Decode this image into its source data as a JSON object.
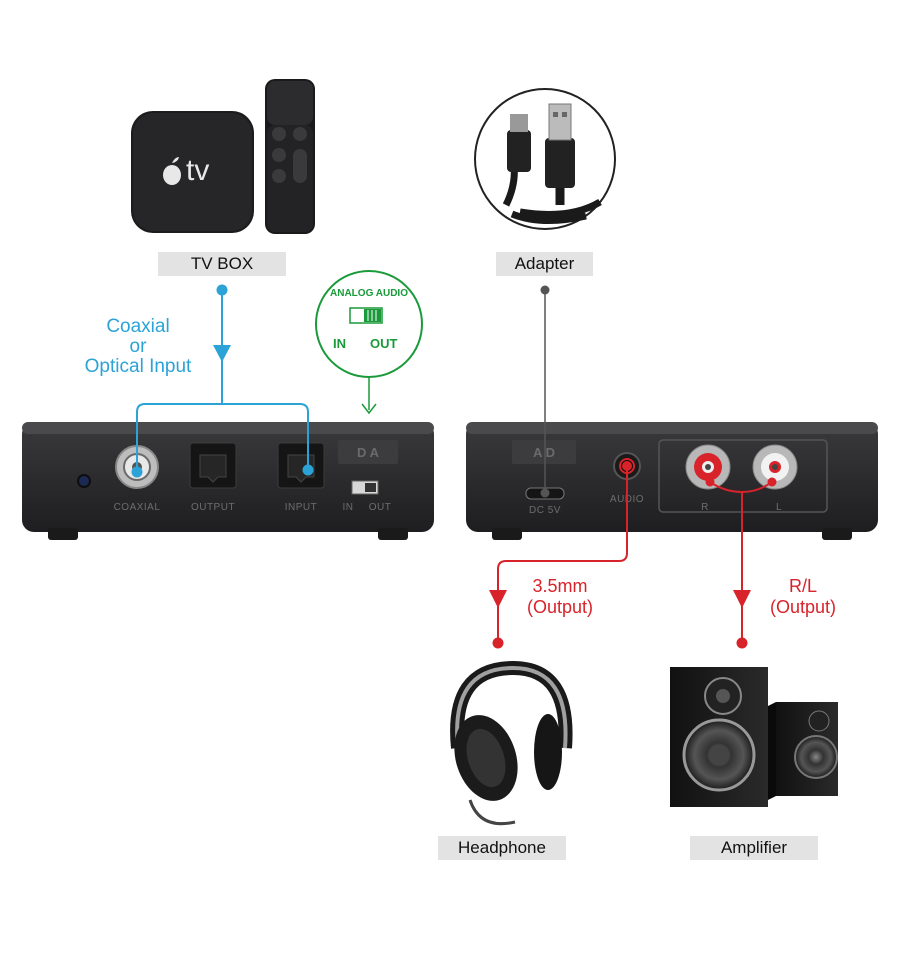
{
  "labels": {
    "tv_box": "TV BOX",
    "adapter": "Adapter",
    "headphone": "Headphone",
    "amplifier": "Amplifier"
  },
  "input_label": {
    "line1": "Coaxial",
    "line2": "or",
    "line3": "Optical Input"
  },
  "switch": {
    "title": "ANALOG AUDIO",
    "in": "IN",
    "out": "OUT"
  },
  "left_device": {
    "ports": {
      "coaxial": "COAXIAL",
      "output": "OUTPUT",
      "input": "INPUT",
      "in": "IN",
      "out": "OUT"
    },
    "logo": "D A"
  },
  "right_device": {
    "ports": {
      "dc": "DC 5V",
      "audio": "AUDIO",
      "r": "R",
      "l": "L"
    },
    "logo": "A D"
  },
  "outputs": {
    "mm_line1": "3.5mm",
    "mm_line2": "(Output)",
    "rl_line1": "R/L",
    "rl_line2": "(Output)"
  },
  "tv_logo": "tv",
  "colors": {
    "blue": "#2ca3d6",
    "red": "#d8232a",
    "green": "#1a9a3a",
    "gray": "#555555",
    "device": "#2b2b2d"
  }
}
